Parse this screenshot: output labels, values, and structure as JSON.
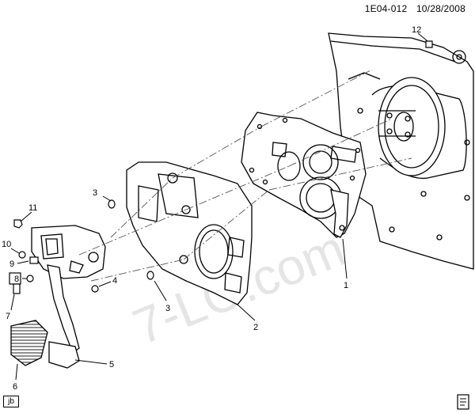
{
  "header": {
    "figure_id": "1E04-012",
    "date": "10/28/2008"
  },
  "badge": {
    "label": "jb"
  },
  "watermark": {
    "text": "7-LO.com"
  },
  "callouts": [
    "1",
    "2",
    "3",
    "3",
    "4",
    "5",
    "6",
    "7",
    "8",
    "9",
    "10",
    "11",
    "12"
  ],
  "icons": {
    "corner": "manual-page-icon"
  }
}
